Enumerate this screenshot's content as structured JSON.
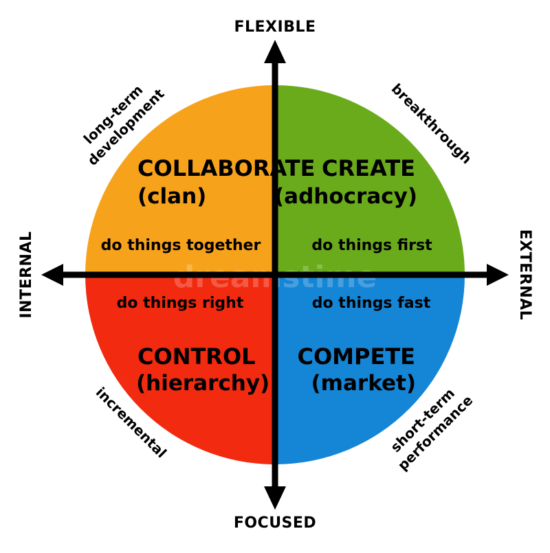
{
  "axes": {
    "top": "FLEXIBLE",
    "bottom": "FOCUSED",
    "left": "INTERNAL",
    "right": "EXTERNAL"
  },
  "quadrants": {
    "top_left": {
      "title": "COLLABORATE",
      "subtitle": "(clan)",
      "action": "do things together",
      "corner": [
        "long-term",
        "development"
      ],
      "color": "#f7a21b"
    },
    "top_right": {
      "title": "CREATE",
      "subtitle": "(adhocracy)",
      "action": "do things first",
      "corner": [
        "breakthrough"
      ],
      "color": "#6aab1c"
    },
    "bottom_left": {
      "title": "CONTROL",
      "subtitle": "(hierarchy)",
      "action": "do things right",
      "corner": [
        "incremental"
      ],
      "color": "#f22a0f"
    },
    "bottom_right": {
      "title": "COMPETE",
      "subtitle": "(market)",
      "action": "do things fast",
      "corner": [
        "short-term",
        "performance"
      ],
      "color": "#1585d6"
    }
  },
  "watermark": "dreamstime"
}
